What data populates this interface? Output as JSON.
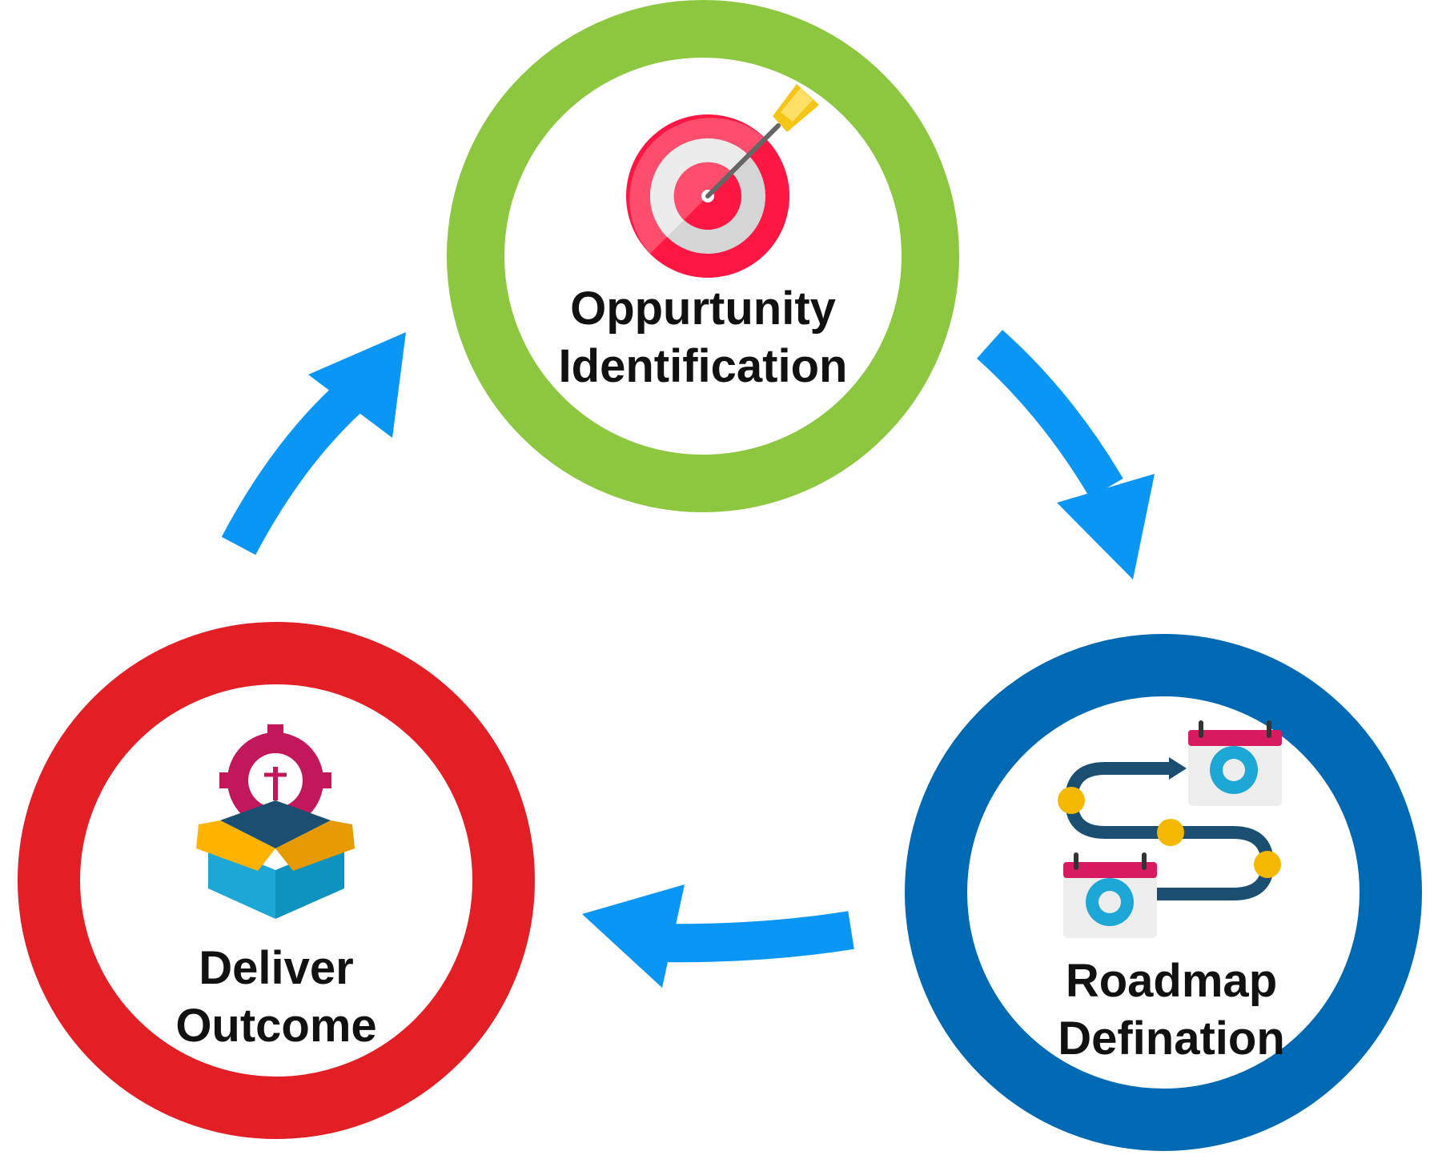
{
  "nodes": [
    {
      "id": "opportunity",
      "lines": [
        "Oppurtunity",
        "Identification"
      ],
      "ring_color": "#8DC63F",
      "icon": "target-icon"
    },
    {
      "id": "roadmap",
      "lines": [
        "Roadmap",
        "Defination"
      ],
      "ring_color": "#0069B4",
      "icon": "roadmap-icon"
    },
    {
      "id": "deliver",
      "lines": [
        "Deliver",
        "Outcome"
      ],
      "ring_color": "#E31E24",
      "icon": "gift-box-icon"
    }
  ],
  "arrow_color": "#0A96F5"
}
